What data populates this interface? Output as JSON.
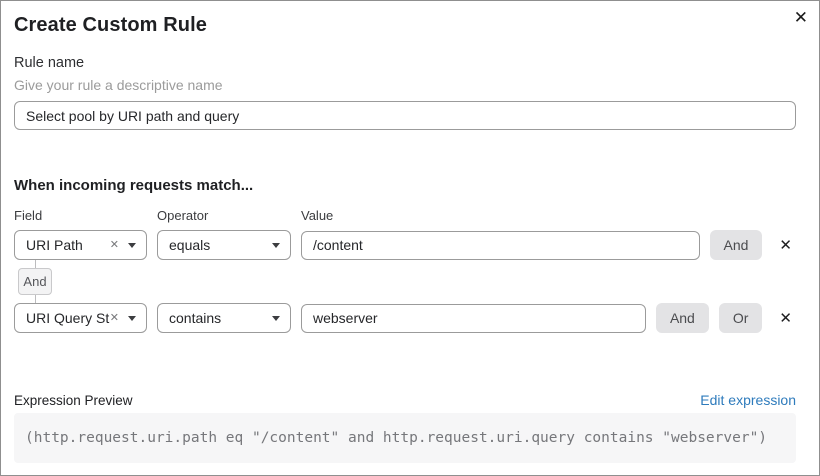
{
  "modal": {
    "title": "Create Custom Rule",
    "close_icon": "✕"
  },
  "rule_name": {
    "label": "Rule name",
    "helper": "Give your rule a descriptive name",
    "value": "Select pool by URI path and query"
  },
  "matcher": {
    "heading": "When incoming requests match...",
    "columns": {
      "field": "Field",
      "operator": "Operator",
      "value": "Value"
    },
    "connector_label": "And",
    "rows": [
      {
        "field": "URI Path",
        "clear_icon": "✕",
        "operator": "equals",
        "value": "/content",
        "and_label": "And",
        "delete_icon": "✕"
      },
      {
        "field": "URI Query St...",
        "clear_icon": "✕",
        "operator": "contains",
        "value": "webserver",
        "and_label": "And",
        "or_label": "Or",
        "delete_icon": "✕"
      }
    ]
  },
  "expression": {
    "label": "Expression Preview",
    "edit_link": "Edit expression",
    "code": "(http.request.uri.path eq \"/content\" and http.request.uri.query contains \"webserver\")"
  },
  "colors": {
    "link_blue": "#2e7bbc",
    "button_gray": "#e3e3e5",
    "code_background": "#f6f6f7",
    "input_border": "#9b9b9b"
  }
}
